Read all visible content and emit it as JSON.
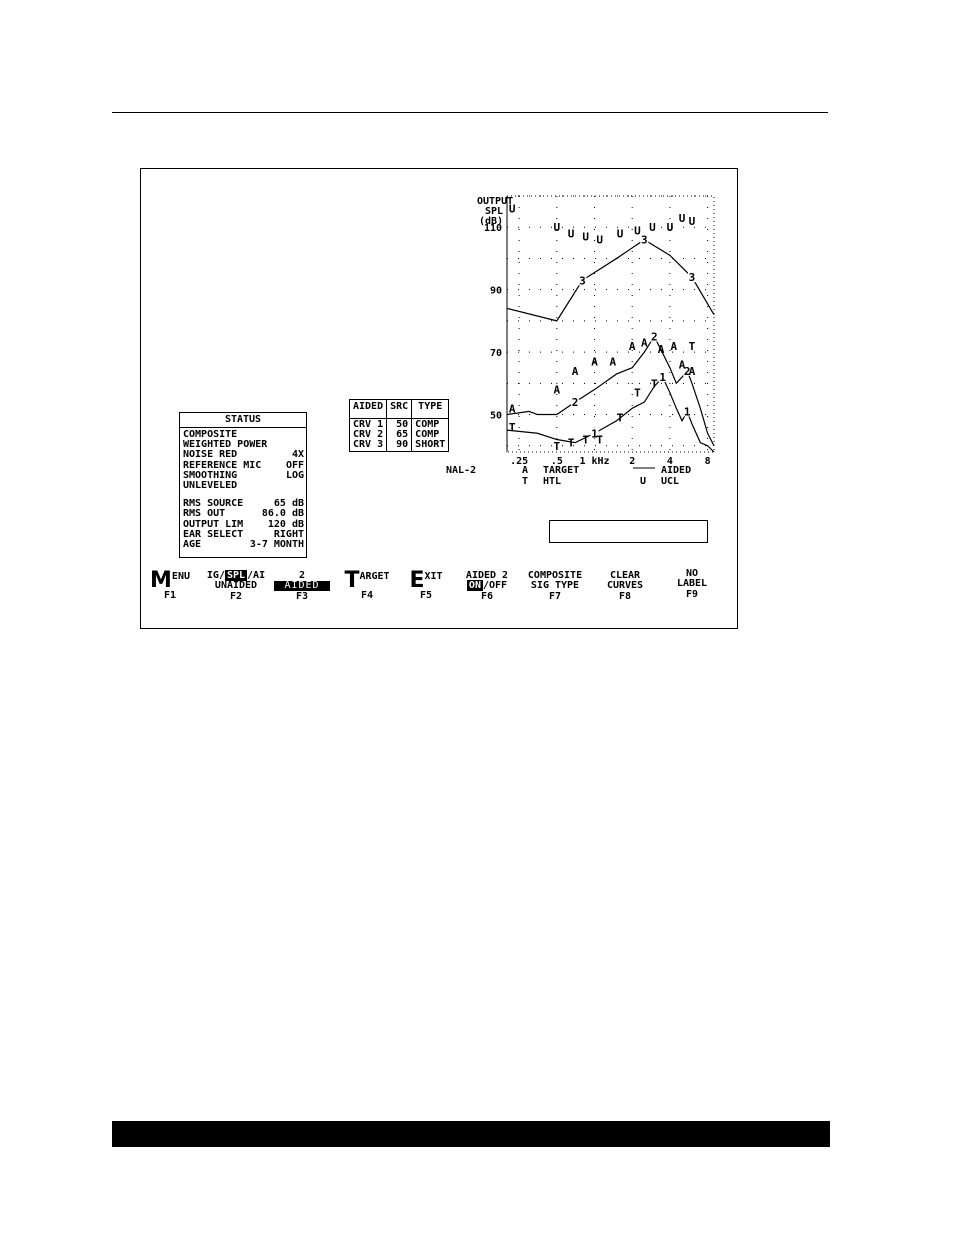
{
  "status": {
    "title": "STATUS",
    "lines": [
      {
        "label": "COMPOSITE",
        "value": ""
      },
      {
        "label": "WEIGHTED POWER",
        "value": ""
      },
      {
        "label": "NOISE RED",
        "value": "4X"
      },
      {
        "label": "REFERENCE MIC",
        "value": "OFF"
      },
      {
        "label": "SMOOTHING",
        "value": "LOG"
      },
      {
        "label": "UNLEVELED",
        "value": ""
      }
    ],
    "lines2": [
      {
        "label": "RMS SOURCE",
        "value": "65 dB"
      },
      {
        "label": "RMS OUT",
        "value": "86.0 dB"
      },
      {
        "label": "OUTPUT LIM",
        "value": "120 dB"
      },
      {
        "label": "EAR SELECT",
        "value": "RIGHT"
      },
      {
        "label": "AGE",
        "value": "3-7 MONTH"
      }
    ]
  },
  "curve_table": {
    "headers": [
      "AIDED",
      "SRC",
      "TYPE"
    ],
    "rows": [
      {
        "aided": "CRV 1",
        "src": "50",
        "type": "COMP"
      },
      {
        "aided": "CRV 2",
        "src": "65",
        "type": "COMP"
      },
      {
        "aided": "CRV 3",
        "src": "90",
        "type": "SHORT"
      }
    ]
  },
  "chart_data": {
    "type": "line",
    "ylabel_lines": [
      "OUTPUT",
      "SPL",
      "(dB)"
    ],
    "y_ticks": [
      50,
      70,
      90,
      110
    ],
    "ylim": [
      38,
      120
    ],
    "x_ticks": [
      ".25",
      ".5",
      "1 kHz",
      "2",
      "4",
      "8"
    ],
    "x_tick_values": [
      0.25,
      0.5,
      1,
      2,
      4,
      8
    ],
    "xlim": [
      0.2,
      9
    ],
    "x_scale": "log",
    "grid": "dotted",
    "series": [
      {
        "name": "1",
        "x": [
          0.2,
          0.35,
          0.5,
          0.7,
          1.0,
          1.5,
          2.0,
          2.5,
          3.0,
          3.5,
          4.0,
          4.5,
          5.0,
          5.5,
          6.0,
          7.0,
          8.0,
          9.0
        ],
        "y": [
          45,
          44,
          42,
          41,
          44,
          48,
          52,
          54,
          59,
          62,
          57,
          52,
          48,
          51,
          47,
          41,
          40,
          38
        ]
      },
      {
        "name": "2",
        "x": [
          0.2,
          0.3,
          0.35,
          0.5,
          0.7,
          1.0,
          1.5,
          2.0,
          2.5,
          3.0,
          4.0,
          4.5,
          5.0,
          5.5,
          6.0,
          7.0,
          8.0,
          9.0
        ],
        "y": [
          50,
          51,
          50,
          50,
          54,
          58,
          63,
          65,
          70,
          75,
          65,
          60,
          62,
          64,
          60,
          52,
          44,
          40
        ]
      },
      {
        "name": "3",
        "x": [
          0.2,
          0.5,
          0.8,
          1.5,
          2.5,
          4.0,
          6.0,
          9.0
        ],
        "y": [
          84,
          80,
          93,
          100,
          106,
          101,
          94,
          82
        ]
      }
    ],
    "markers": [
      {
        "symbol": "U",
        "x": [
          0.22,
          0.5,
          0.65,
          0.85,
          1.1,
          1.6,
          2.2,
          2.9,
          4.0,
          5.0,
          6.0
        ],
        "y": [
          116,
          110,
          108,
          107,
          106,
          108,
          109,
          110,
          110,
          113,
          112
        ]
      },
      {
        "symbol": "A",
        "x": [
          0.22,
          0.5,
          0.7,
          1.0,
          1.4,
          2.0,
          2.5,
          3.4,
          4.3,
          5.0,
          6.0
        ],
        "y": [
          52,
          58,
          64,
          67,
          67,
          72,
          73,
          71,
          72,
          66,
          64
        ]
      },
      {
        "symbol": "T",
        "x": [
          0.22,
          0.5,
          0.65,
          0.85,
          1.1,
          1.6,
          2.2,
          3.0,
          6.0
        ],
        "y": [
          46,
          40,
          41,
          42,
          42,
          49,
          57,
          60,
          72
        ]
      }
    ],
    "legend": {
      "nal": "NAL-2",
      "a": "A",
      "t": "T",
      "target": "TARGET",
      "htl": "HTL",
      "u": "U",
      "aided": "AIDED",
      "ucl": "UCL"
    }
  },
  "fkeys": {
    "f1": {
      "big": "M",
      "small": "ENU",
      "fn": "F1"
    },
    "f2": {
      "pre": "IG/",
      "inv": "SPL",
      "post": "/AI",
      "line2": "UNAIDED",
      "fn": "F2"
    },
    "f3": {
      "line1": "2",
      "inv": "AIDED",
      "fn": "F3"
    },
    "f4": {
      "big": "T",
      "small": "ARGET",
      "fn": "F4"
    },
    "f5": {
      "big": "E",
      "small": "XIT",
      "fn": "F5"
    },
    "f6": {
      "line1": "AIDED 2",
      "inv": "ON",
      "post": "/OFF",
      "fn": "F6"
    },
    "f7": {
      "line1": "COMPOSITE",
      "line2": "SIG TYPE",
      "fn": "F7"
    },
    "f8": {
      "line1": "CLEAR",
      "line2": "CURVES",
      "fn": "F8"
    },
    "f9": {
      "line1": "NO",
      "line2": "LABEL",
      "fn": "F9"
    }
  }
}
